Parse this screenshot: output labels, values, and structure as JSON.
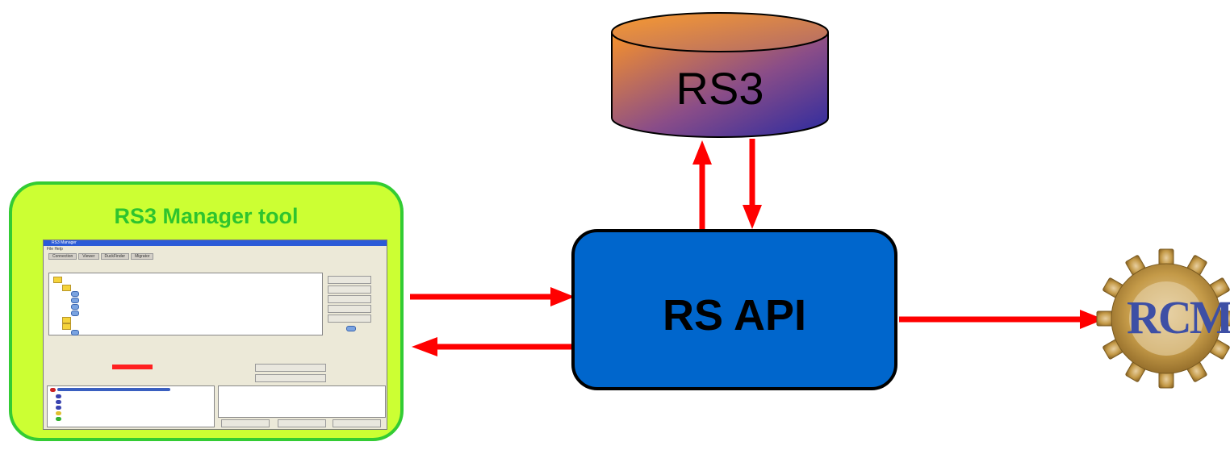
{
  "database": {
    "label": "RS3"
  },
  "api": {
    "label": "RS API"
  },
  "manager_tool": {
    "title": "RS3 Manager tool",
    "screenshot": {
      "window_title": "RS3 Manager",
      "menu": "File  Help",
      "tabs": [
        "Connection",
        "Viewer",
        "DuckFinder",
        "Migrator"
      ]
    }
  },
  "rcms_logo": {
    "text": "RCMS"
  },
  "colors": {
    "arrow": "#ff0000",
    "api_fill": "#0066cc",
    "tool_fill": "#ccff33",
    "tool_border": "#33cc33",
    "tool_title": "#2ec42e",
    "rcms_text": "#3d4fa5",
    "gear": "#c49a48"
  }
}
